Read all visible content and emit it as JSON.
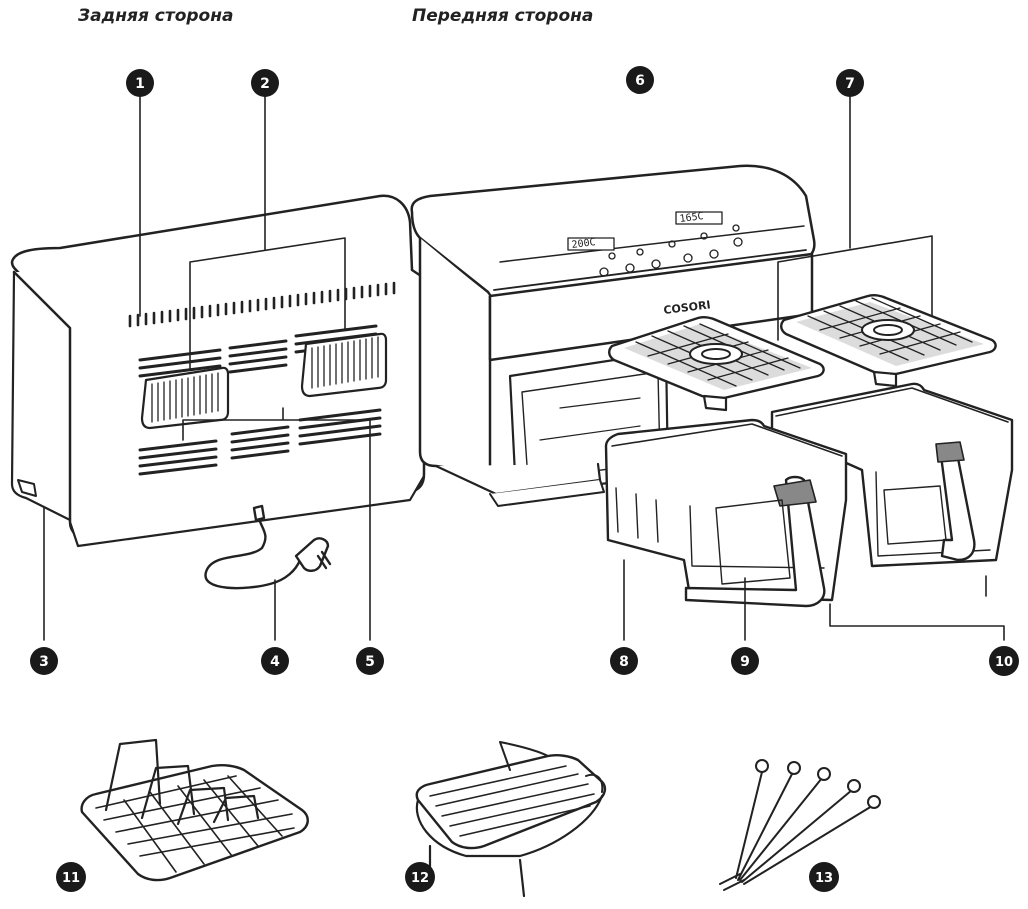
{
  "headings": {
    "back": "Задняя сторона",
    "front": "Передняя сторона"
  },
  "brand": "COSORI",
  "displays": {
    "left": "200C",
    "right": "165C"
  },
  "labels": {
    "l1": "1",
    "l2": "2",
    "l3": "3",
    "l4": "4",
    "l5": "5",
    "l6": "6",
    "l7": "7",
    "l8": "8",
    "l9": "9",
    "l10": "10",
    "l11": "11",
    "l12": "12",
    "l13": "13"
  },
  "colors": {
    "line": "#222222",
    "badge": "#1a1a1a",
    "fill": "#ffffff",
    "shade": "#dcdcdc"
  }
}
